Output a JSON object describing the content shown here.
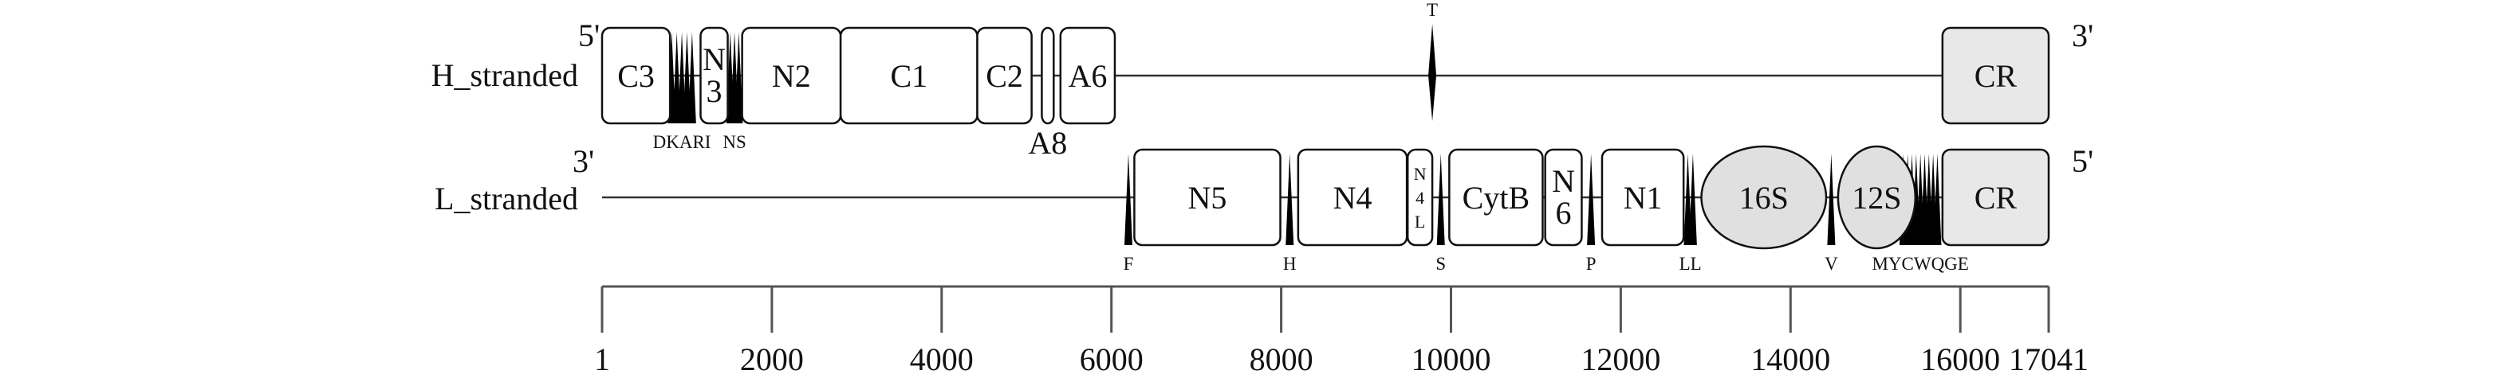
{
  "strands": {
    "h": {
      "label": "H_stranded",
      "five_prime": "5'",
      "three_prime": "3'"
    },
    "l": {
      "label": "L_stranded",
      "three_prime": "3'",
      "five_prime": "5'"
    }
  },
  "genome_length": 17041,
  "h_genes": [
    {
      "name": "C3",
      "start": 0,
      "end": 800,
      "shape": "box"
    },
    {
      "name": "N3",
      "start": 1160,
      "end": 1480,
      "shape": "box",
      "lines": [
        "N",
        "3"
      ]
    },
    {
      "name": "N2",
      "start": 1650,
      "end": 2810,
      "shape": "box"
    },
    {
      "name": "C1",
      "start": 2810,
      "end": 4420,
      "shape": "box"
    },
    {
      "name": "C2",
      "start": 4420,
      "end": 5060,
      "shape": "box"
    },
    {
      "name": "A8",
      "start": 5180,
      "end": 5320,
      "shape": "box",
      "outside_label": "A8"
    },
    {
      "name": "A6",
      "start": 5400,
      "end": 6040,
      "shape": "box"
    },
    {
      "name": "CR",
      "start": 15790,
      "end": 17041,
      "shape": "box",
      "fill": "grey"
    }
  ],
  "l_genes": [
    {
      "name": "N5",
      "start": 6270,
      "end": 7990,
      "shape": "box"
    },
    {
      "name": "N4",
      "start": 8200,
      "end": 9480,
      "shape": "box"
    },
    {
      "name": "N4L",
      "start": 9490,
      "end": 9780,
      "shape": "box",
      "lines": [
        "N",
        "4",
        "L"
      ]
    },
    {
      "name": "CytB",
      "start": 9980,
      "end": 11080,
      "shape": "box"
    },
    {
      "name": "N6",
      "start": 11110,
      "end": 11540,
      "shape": "box",
      "lines": [
        "N",
        "6"
      ]
    },
    {
      "name": "N1",
      "start": 11780,
      "end": 12740,
      "shape": "box"
    },
    {
      "name": "16S",
      "start": 12950,
      "end": 14420,
      "shape": "ellipse"
    },
    {
      "name": "12S",
      "start": 14560,
      "end": 15470,
      "shape": "ellipse"
    },
    {
      "name": "CR",
      "start": 15790,
      "end": 17041,
      "shape": "box",
      "fill": "grey"
    }
  ],
  "h_trna": [
    {
      "label": "DKARI",
      "positions": [
        820,
        880,
        940,
        1000,
        1060
      ]
    },
    {
      "label": "NS",
      "positions": [
        1510,
        1560,
        1610
      ]
    },
    {
      "label": "T",
      "positions": [
        9780
      ]
    }
  ],
  "l_trna": [
    {
      "label": "F",
      "positions": [
        6200
      ]
    },
    {
      "label": "H",
      "positions": [
        8100
      ]
    },
    {
      "label": "S",
      "positions": [
        9880
      ]
    },
    {
      "label": "P",
      "positions": [
        11650
      ]
    },
    {
      "label": "LL",
      "positions": [
        12790,
        12850
      ]
    },
    {
      "label": "V",
      "positions": [
        14480
      ]
    },
    {
      "label": "MYCWQGE",
      "positions": [
        15330,
        15380,
        15430,
        15480,
        15530,
        15580,
        15630,
        15680,
        15730
      ]
    }
  ],
  "axis": {
    "ticks": [
      1,
      2000,
      4000,
      6000,
      8000,
      10000,
      12000,
      14000,
      16000,
      17041
    ],
    "tick_labels": [
      "1",
      "2000",
      "4000",
      "6000",
      "8000",
      "10000",
      "12000",
      "14000",
      "16000",
      "17041"
    ]
  }
}
